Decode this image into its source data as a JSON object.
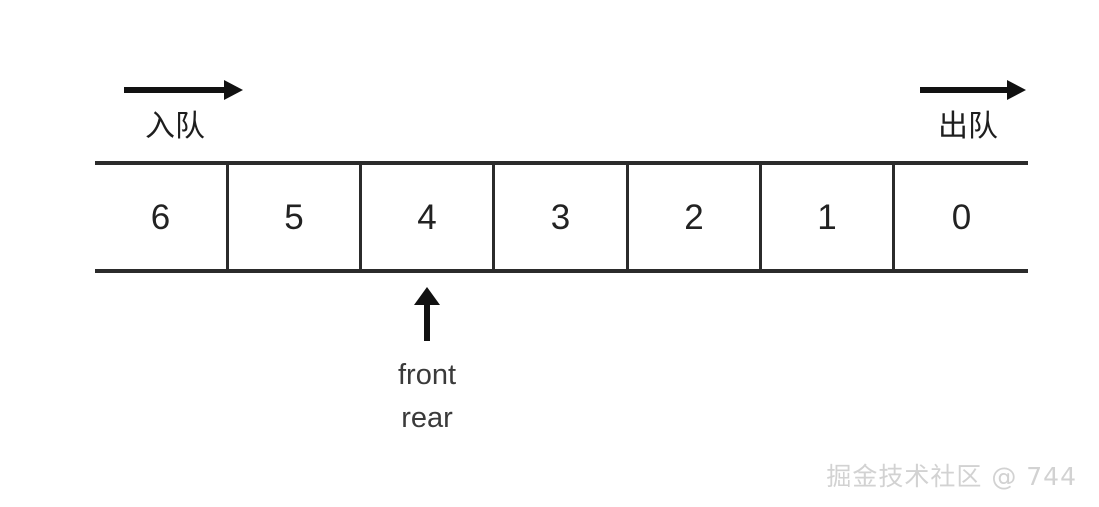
{
  "diagram": {
    "title": "circular-queue-state",
    "background_color": "#ffffff",
    "line_color": "#2b2b2b",
    "queue": {
      "cells": [
        {
          "value": "6",
          "index": 0
        },
        {
          "value": "5",
          "index": 1
        },
        {
          "value": "4",
          "index": 2
        },
        {
          "value": "3",
          "index": 3
        },
        {
          "value": "2",
          "index": 4
        },
        {
          "value": "1",
          "index": 5
        },
        {
          "value": "0",
          "index": 6
        }
      ]
    },
    "enqueue": {
      "label": "入队",
      "arrow_direction": "right",
      "arrow_icon": "arrow-right-icon"
    },
    "dequeue": {
      "label": "出队",
      "arrow_direction": "right",
      "arrow_icon": "arrow-right-icon"
    },
    "pointer": {
      "arrow_direction": "up",
      "arrow_icon": "arrow-up-icon",
      "labels": [
        "front",
        "rear"
      ],
      "points_at_cell_value": "4"
    },
    "watermark": {
      "text": "掘金技术社区 @ 744",
      "color": "#d2d2d2"
    }
  }
}
